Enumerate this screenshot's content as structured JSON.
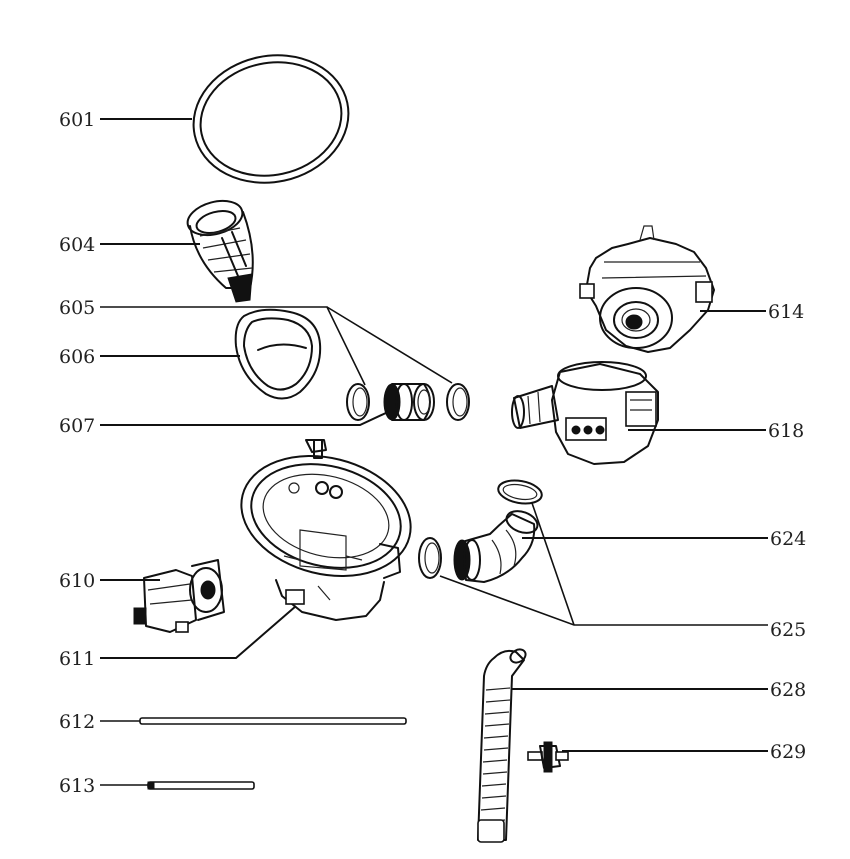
{
  "labels": {
    "p601": "601",
    "p604": "604",
    "p605": "605",
    "p606": "606",
    "p607": "607",
    "p610": "610",
    "p611": "611",
    "p612": "612",
    "p613": "613",
    "p614": "614",
    "p618": "618",
    "p624": "624",
    "p625": "625",
    "p628": "628",
    "p629": "629"
  }
}
